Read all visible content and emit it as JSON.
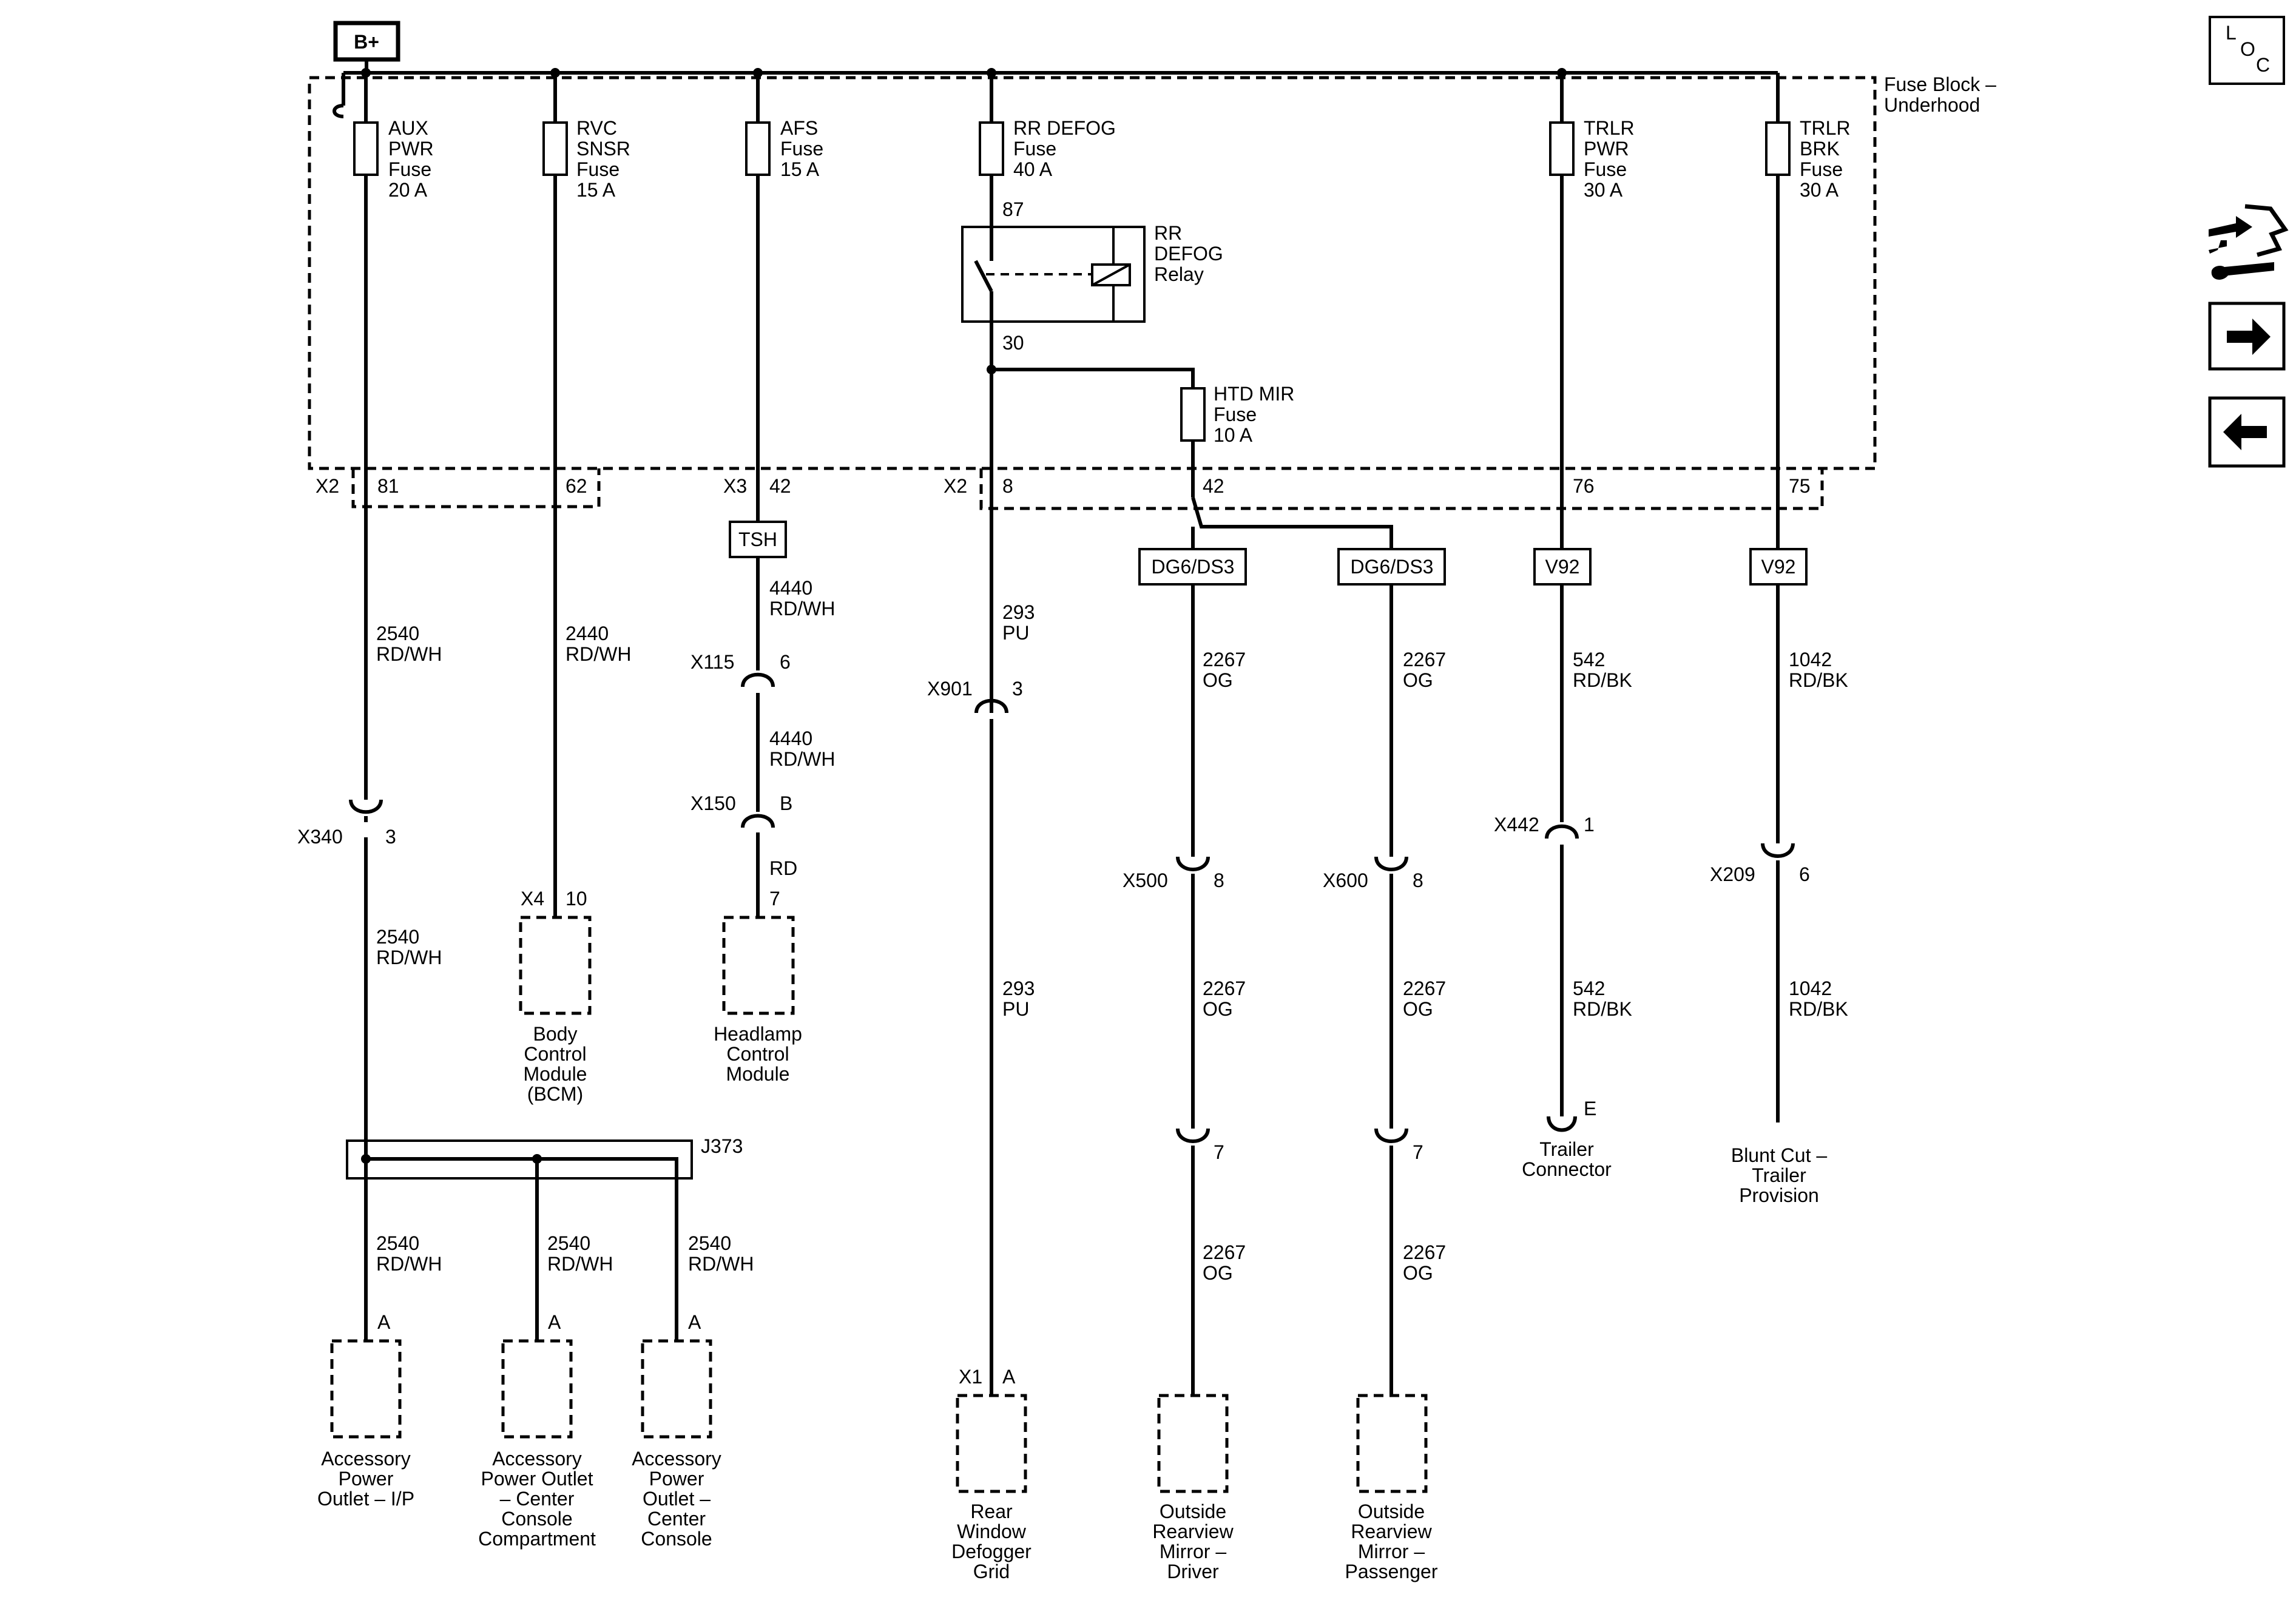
{
  "battery": "B+",
  "loc_icon": {
    "l": "L",
    "o": "O",
    "c": "C"
  },
  "icons": [
    "diagnostic-icon",
    "next-page-icon",
    "previous-page-icon"
  ],
  "fuse_block": [
    "Fuse Block –",
    "Underhood"
  ],
  "fuses": {
    "aux": [
      "AUX",
      "PWR",
      "Fuse",
      "20 A"
    ],
    "rvc": [
      "RVC",
      "SNSR",
      "Fuse",
      "15 A"
    ],
    "afs": [
      "AFS",
      "Fuse",
      "15 A"
    ],
    "rrdefog": [
      "RR DEFOG",
      "Fuse",
      "40 A"
    ],
    "trlrpwr": [
      "TRLR",
      "PWR",
      "Fuse",
      "30 A"
    ],
    "trlrbrk": [
      "TRLR",
      "BRK",
      "Fuse",
      "30 A"
    ],
    "htdmir": [
      "HTD MIR",
      "Fuse",
      "10 A"
    ]
  },
  "relay": {
    "label": [
      "RR",
      "DEFOG",
      "Relay"
    ],
    "pin_in": "87",
    "pin_out": "30"
  },
  "connectors": {
    "x2_left": "X2",
    "x3": "X3",
    "x2_right": "X2",
    "p81": "81",
    "p62": "62",
    "p42a": "42",
    "p8": "8",
    "p42b": "42",
    "p76": "76",
    "p75": "75"
  },
  "options": {
    "tsh": "TSH",
    "dg6a": "DG6/DS3",
    "dg6b": "DG6/DS3",
    "v92a": "V92",
    "v92b": "V92"
  },
  "wires": {
    "aux1": [
      "2540",
      "RD/WH"
    ],
    "aux2": [
      "2540",
      "RD/WH"
    ],
    "rvc": [
      "2440",
      "RD/WH"
    ],
    "afs1": [
      "4440",
      "RD/WH"
    ],
    "afs2": [
      "4440",
      "RD/WH"
    ],
    "afs3": "RD",
    "defog1": [
      "293",
      "PU"
    ],
    "defog2": [
      "293",
      "PU"
    ],
    "mirD1": [
      "2267",
      "OG"
    ],
    "mirD2": [
      "2267",
      "OG"
    ],
    "mirD3": [
      "2267",
      "OG"
    ],
    "mirP1": [
      "2267",
      "OG"
    ],
    "mirP2": [
      "2267",
      "OG"
    ],
    "mirP3": [
      "2267",
      "OG"
    ],
    "trlr1": [
      "542",
      "RD/BK"
    ],
    "trlr2": [
      "542",
      "RD/BK"
    ],
    "brk1": [
      "1042",
      "RD/BK"
    ],
    "brk2": [
      "1042",
      "RD/BK"
    ],
    "j1": [
      "2540",
      "RD/WH"
    ],
    "j2": [
      "2540",
      "RD/WH"
    ],
    "j3": [
      "2540",
      "RD/WH"
    ]
  },
  "inline": {
    "x340": "X340",
    "x340p": "3",
    "x115": "X115",
    "x115p": "6",
    "x150": "X150",
    "x150p": "B",
    "x901": "X901",
    "x901p": "3",
    "x500": "X500",
    "x500p": "8",
    "x600": "X600",
    "x600p": "8",
    "x442": "X442",
    "x442p": "1",
    "x209": "X209",
    "x209p": "6",
    "d7": "7",
    "p7": "7"
  },
  "splice": "J373",
  "pins": {
    "bcm_conn": "X4",
    "bcm_pin": "10",
    "hcm_pin": "7",
    "apo1": "A",
    "apo2": "A",
    "apo3": "A",
    "defog_conn": "X1",
    "defog_pin": "A",
    "trlr_pin": "E"
  },
  "components": {
    "bcm": [
      "Body",
      "Control",
      "Module",
      "(BCM)"
    ],
    "hcm": [
      "Headlamp",
      "Control",
      "Module"
    ],
    "apo_ip": [
      "Accessory",
      "Power",
      "Outlet – I/P"
    ],
    "apo_cc": [
      "Accessory",
      "Power Outlet",
      "– Center",
      "Console",
      "Compartment"
    ],
    "apo_c": [
      "Accessory",
      "Power",
      "Outlet –",
      "Center",
      "Console"
    ],
    "defog": [
      "Rear",
      "Window",
      "Defogger",
      "Grid"
    ],
    "mir_d": [
      "Outside",
      "Rearview",
      "Mirror –",
      "Driver"
    ],
    "mir_p": [
      "Outside",
      "Rearview",
      "Mirror –",
      "Passenger"
    ],
    "trlr_conn": [
      "Trailer",
      "Connector"
    ],
    "blunt": [
      "Blunt Cut –",
      "Trailer",
      "Provision"
    ]
  }
}
